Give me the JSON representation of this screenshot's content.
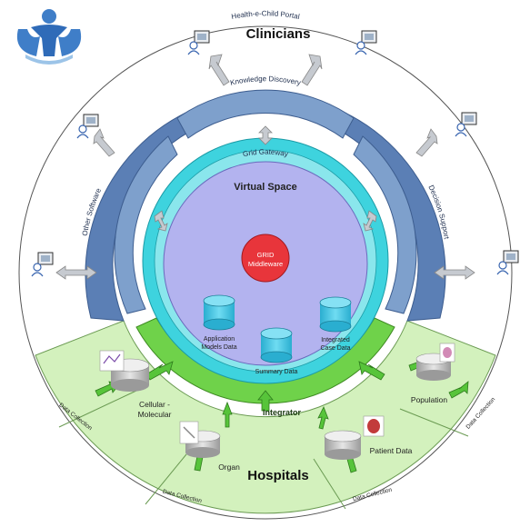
{
  "diagram": {
    "clinicians_label": "Clinicians",
    "hospitals_label": "Hospitals",
    "portal_label": "Health-e-Child Portal",
    "knowledge_label": "Knowledge Discovery",
    "other_software_label": "Other Software",
    "decision_support_label": "Decision Support",
    "grid_gateway_label": "Grid Gateway",
    "virtual_space_label": "Virtual Space",
    "grid_middleware_line1": "GRID",
    "grid_middleware_line2": "Middleware",
    "databases": [
      {
        "line1": "Application",
        "line2": "Models Data"
      },
      {
        "line1": "Integrated",
        "line2": "Case Data"
      },
      {
        "line1": "Summary Data",
        "line2": ""
      }
    ],
    "integrator_label": "Integrator",
    "sources": [
      {
        "line1": "Cellular -",
        "line2": "Molecular"
      },
      {
        "line1": "Organ",
        "line2": ""
      },
      {
        "line1": "Patient Data",
        "line2": ""
      },
      {
        "line1": "Population",
        "line2": ""
      }
    ],
    "data_collection_label": "Data Collection"
  },
  "colors": {
    "clinician_ring": "#ffffff",
    "portal_ring": "#5b7fb5",
    "inner_band": "#7ea0cc",
    "grid_ring": "#3ed3de",
    "virtual_space": "#b3b3ef",
    "middleware": "#e8353b",
    "database": "#3ec4e3",
    "integrator": "#6fd24a",
    "hospital_zone": "#d3f1bd",
    "arrow_green": "#57c43a",
    "arrow_grey": "#c6cad0"
  }
}
